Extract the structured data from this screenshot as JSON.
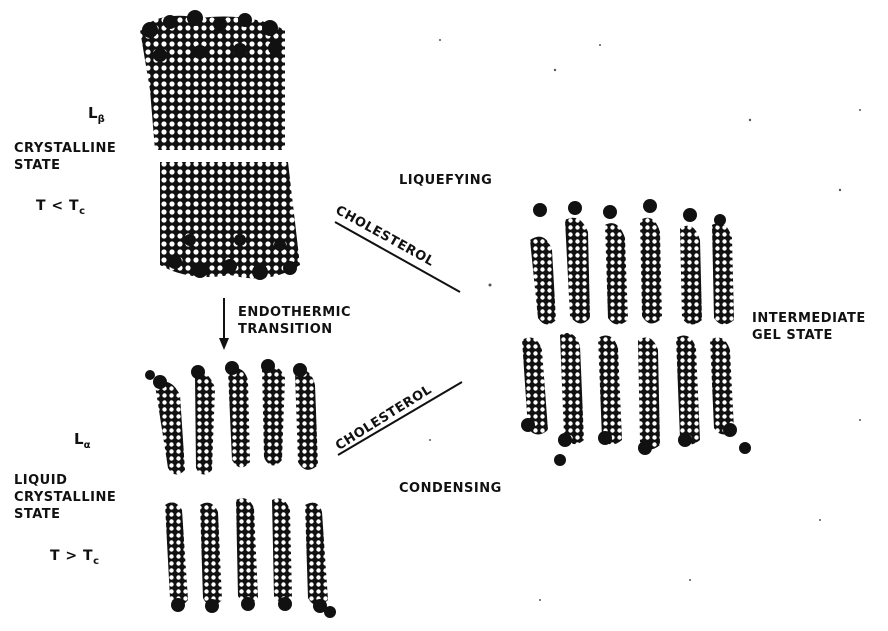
{
  "labels": {
    "l_beta": "L",
    "l_beta_sub": "β",
    "crystalline_line1": "CRYSTALLINE",
    "crystalline_line2": "STATE",
    "t_lt_tc": "T < T",
    "t_lt_tc_sub": "c",
    "l_alpha": "L",
    "l_alpha_sub": "α",
    "liquid_line1": "LIQUID",
    "liquid_line2": "CRYSTALLINE",
    "liquid_line3": "STATE",
    "t_gt_tc": "T > T",
    "t_gt_tc_sub": "c",
    "endothermic_line1": "ENDOTHERMIC",
    "endothermic_line2": "TRANSITION",
    "liquefying": "LIQUEFYING",
    "condensing": "CONDENSING",
    "cholesterol_upper": "CHOLESTEROL",
    "cholesterol_lower": "CHOLESTEROL",
    "intermediate_line1": "INTERMEDIATE",
    "intermediate_line2": "GEL STATE"
  }
}
